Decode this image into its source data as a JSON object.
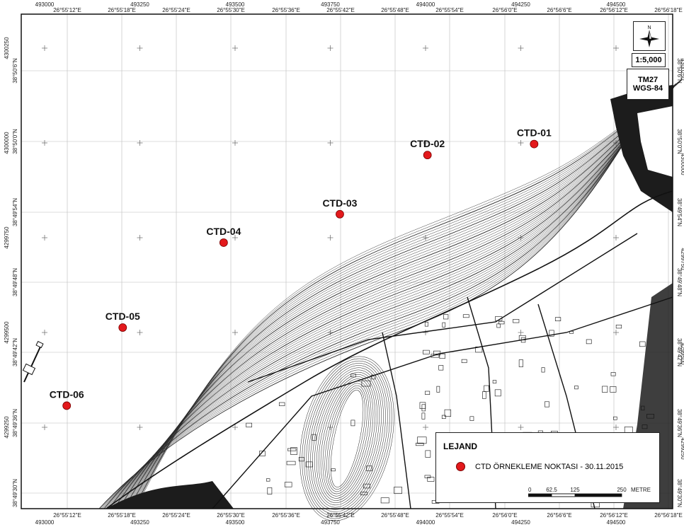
{
  "top_easting_ticks": [
    "493000",
    "493250",
    "493500",
    "493750",
    "494000",
    "494250",
    "494500"
  ],
  "bottom_easting_ticks": [
    "493000",
    "493250",
    "493500",
    "493750",
    "494000",
    "494250",
    "494500"
  ],
  "top_longitude_ticks": [
    "26°55'12\"E",
    "26°55'18\"E",
    "26°55'24\"E",
    "26°55'30\"E",
    "26°55'36\"E",
    "26°55'42\"E",
    "26°55'48\"E",
    "26°55'54\"E",
    "26°56'0\"E",
    "26°56'6\"E",
    "26°56'12\"E",
    "26°56'18\"E"
  ],
  "bottom_longitude_ticks": [
    "26°55'12\"E",
    "26°55'18\"E",
    "26°55'24\"E",
    "26°55'30\"E",
    "26°55'36\"E",
    "26°55'42\"E",
    "26°55'48\"E",
    "26°55'54\"E",
    "26°56'0\"E",
    "26°56'6\"E",
    "26°56'12\"E",
    "26°56'18\"E"
  ],
  "left_northing_ticks": [
    "4300250",
    "4300000",
    "4299750",
    "4299500",
    "4299250"
  ],
  "left_latitude_ticks": [
    "38°50'6\"N",
    "38°50'0\"N",
    "38°49'54\"N",
    "38°49'48\"N",
    "38°49'42\"N",
    "38°49'36\"N",
    "38°49'30\"N"
  ],
  "right_latitude_ticks": [
    "38°50'6\"N",
    "38°50'0\"N",
    "38°49'54\"N",
    "38°49'48\"N",
    "38°49'42\"N",
    "38°49'36\"N",
    "38°49'30\"N"
  ],
  "right_northing_ticks": [
    "4300250",
    "4300000",
    "4299750",
    "4299500",
    "4299250"
  ],
  "points": [
    {
      "label": "CTD-01",
      "easting": 494285,
      "northing": 4299997
    },
    {
      "label": "CTD-02",
      "easting": 494005,
      "northing": 4299968
    },
    {
      "label": "CTD-03",
      "easting": 493775,
      "northing": 4299812
    },
    {
      "label": "CTD-04",
      "easting": 493470,
      "northing": 4299737
    },
    {
      "label": "CTD-05",
      "easting": 493205,
      "northing": 4299513
    },
    {
      "label": "CTD-06",
      "easting": 493058,
      "northing": 4299307
    }
  ],
  "north_arrow": {
    "label": "N",
    "icon": "north-arrow-icon"
  },
  "scale_ratio": "1:5,000",
  "crs": {
    "line1": "TM27",
    "line2": "WGS-84"
  },
  "legend": {
    "title": "LEJAND",
    "item_label": "CTD ÖRNEKLEME NOKTASI - 30.11.2015",
    "marker_color": "#e3191c",
    "scale_ticks": [
      "0",
      "62.5",
      "125",
      "250"
    ],
    "scale_unit": "METRE"
  },
  "colors": {
    "point": "#e3191c",
    "contours": "#2a2a2a",
    "land_dark": "#1c1c1c"
  }
}
